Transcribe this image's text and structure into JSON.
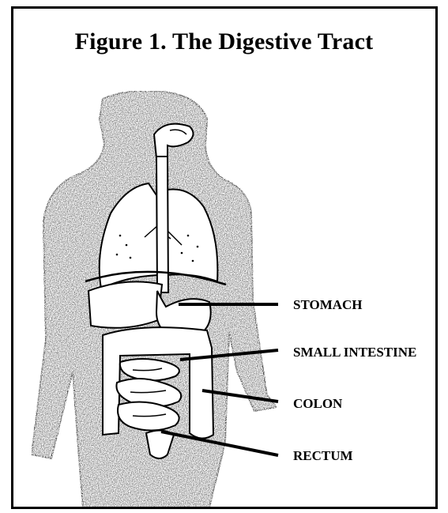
{
  "figure": {
    "title": "Figure 1. The Digestive Tract"
  },
  "labels": {
    "stomach": "STOMACH",
    "small_intestine": "SMALL INTESTINE",
    "colon": "COLON",
    "rectum": "RECTUM"
  },
  "colors": {
    "ink": "#000000",
    "body_texture": "#6b6b6b",
    "organ_fill": "#ffffff"
  }
}
